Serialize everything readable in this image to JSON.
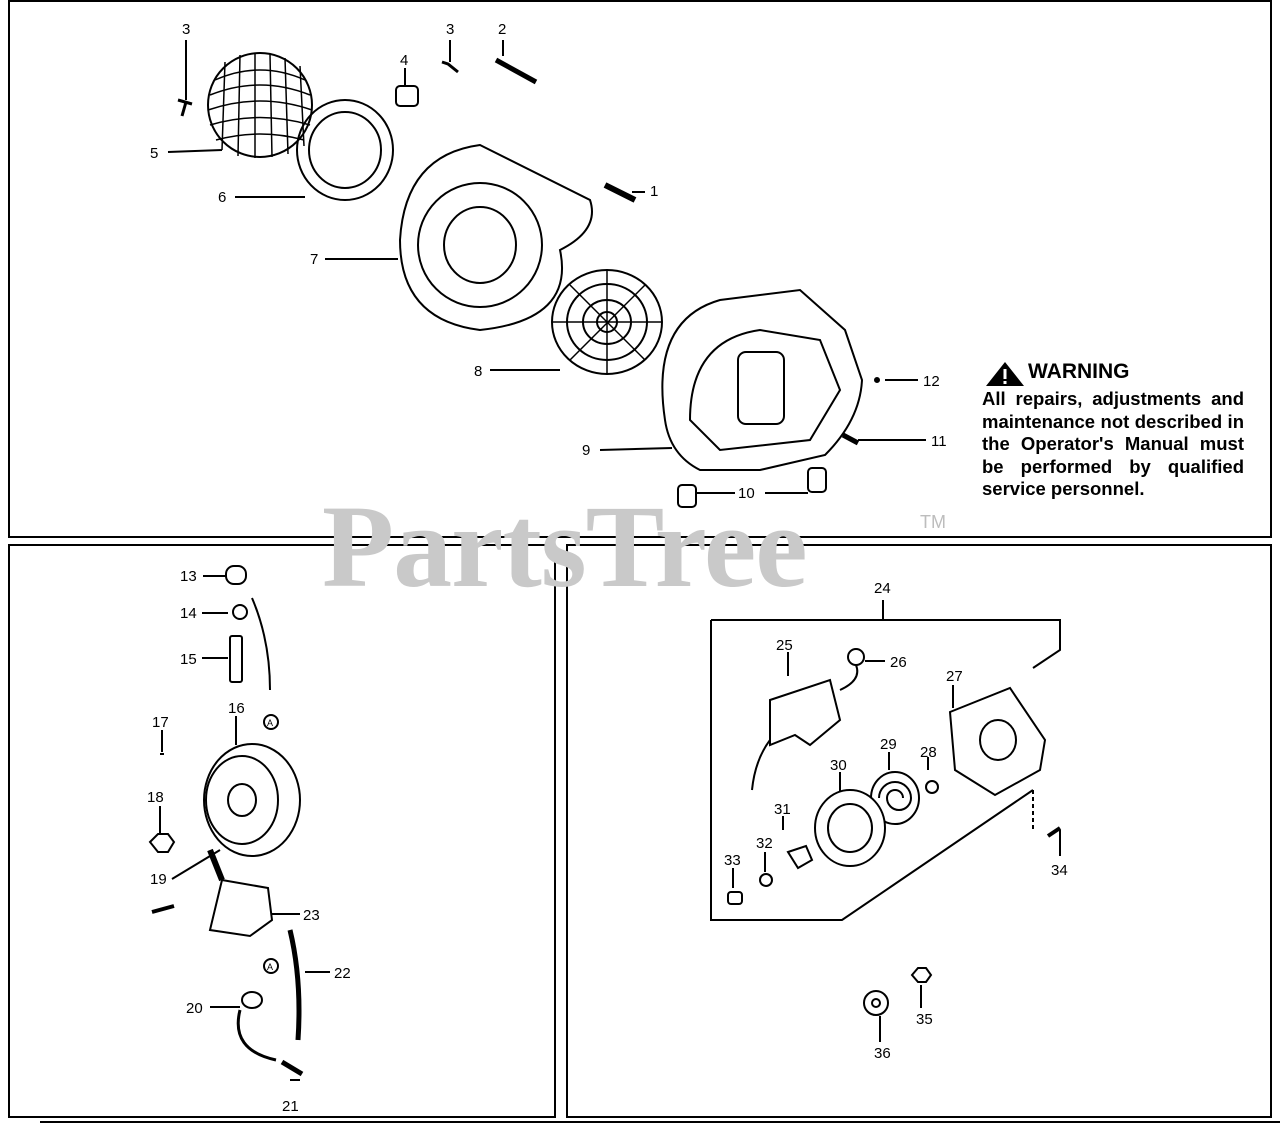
{
  "colors": {
    "ink": "#000000",
    "paper": "#ffffff",
    "watermark": "#c9c9c9"
  },
  "watermark": {
    "text": "PartsTree",
    "tm": "TM"
  },
  "warning": {
    "icon": "warning-triangle-icon",
    "title": "WARNING",
    "text": "All repairs, adjustments and maintenance not described in the Operator's Manual must be performed by qualified service personnel."
  },
  "callouts": {
    "c1": "1",
    "c2": "2",
    "c3a": "3",
    "c3b": "3",
    "c4": "4",
    "c5": "5",
    "c6": "6",
    "c7": "7",
    "c8": "8",
    "c9": "9",
    "c10": "10",
    "c11": "11",
    "c12": "12",
    "c13": "13",
    "c14": "14",
    "c15": "15",
    "c16": "16",
    "c17": "17",
    "c18": "18",
    "c19": "19",
    "c20": "20",
    "c21": "21",
    "c22": "22",
    "c23": "23",
    "c24": "24",
    "c25": "25",
    "c26": "26",
    "c27": "27",
    "c28": "28",
    "c29": "29",
    "c30": "30",
    "c31": "31",
    "c32": "32",
    "c33": "33",
    "c34": "34",
    "c35": "35",
    "c36": "36"
  },
  "reference_markers": {
    "a1": "A",
    "a2": "A"
  }
}
